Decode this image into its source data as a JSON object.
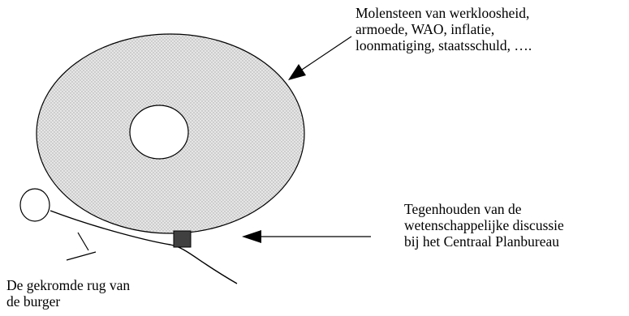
{
  "labels": {
    "millstone": [
      "Molensteen van werkloosheid,",
      "armoede, WAO, inflatie,",
      "loonmatiging, staatsschuld, …."
    ],
    "obstruction": [
      "Tegenhouden van de",
      "wetenschappelijke discussie",
      "bij het Centraal Planbureau"
    ],
    "citizen": [
      "De gekromde rug van",
      "de burger"
    ]
  },
  "colors": {
    "millstone_fill": "#dedede",
    "block_fill": "#404040",
    "stroke": "#000000"
  }
}
